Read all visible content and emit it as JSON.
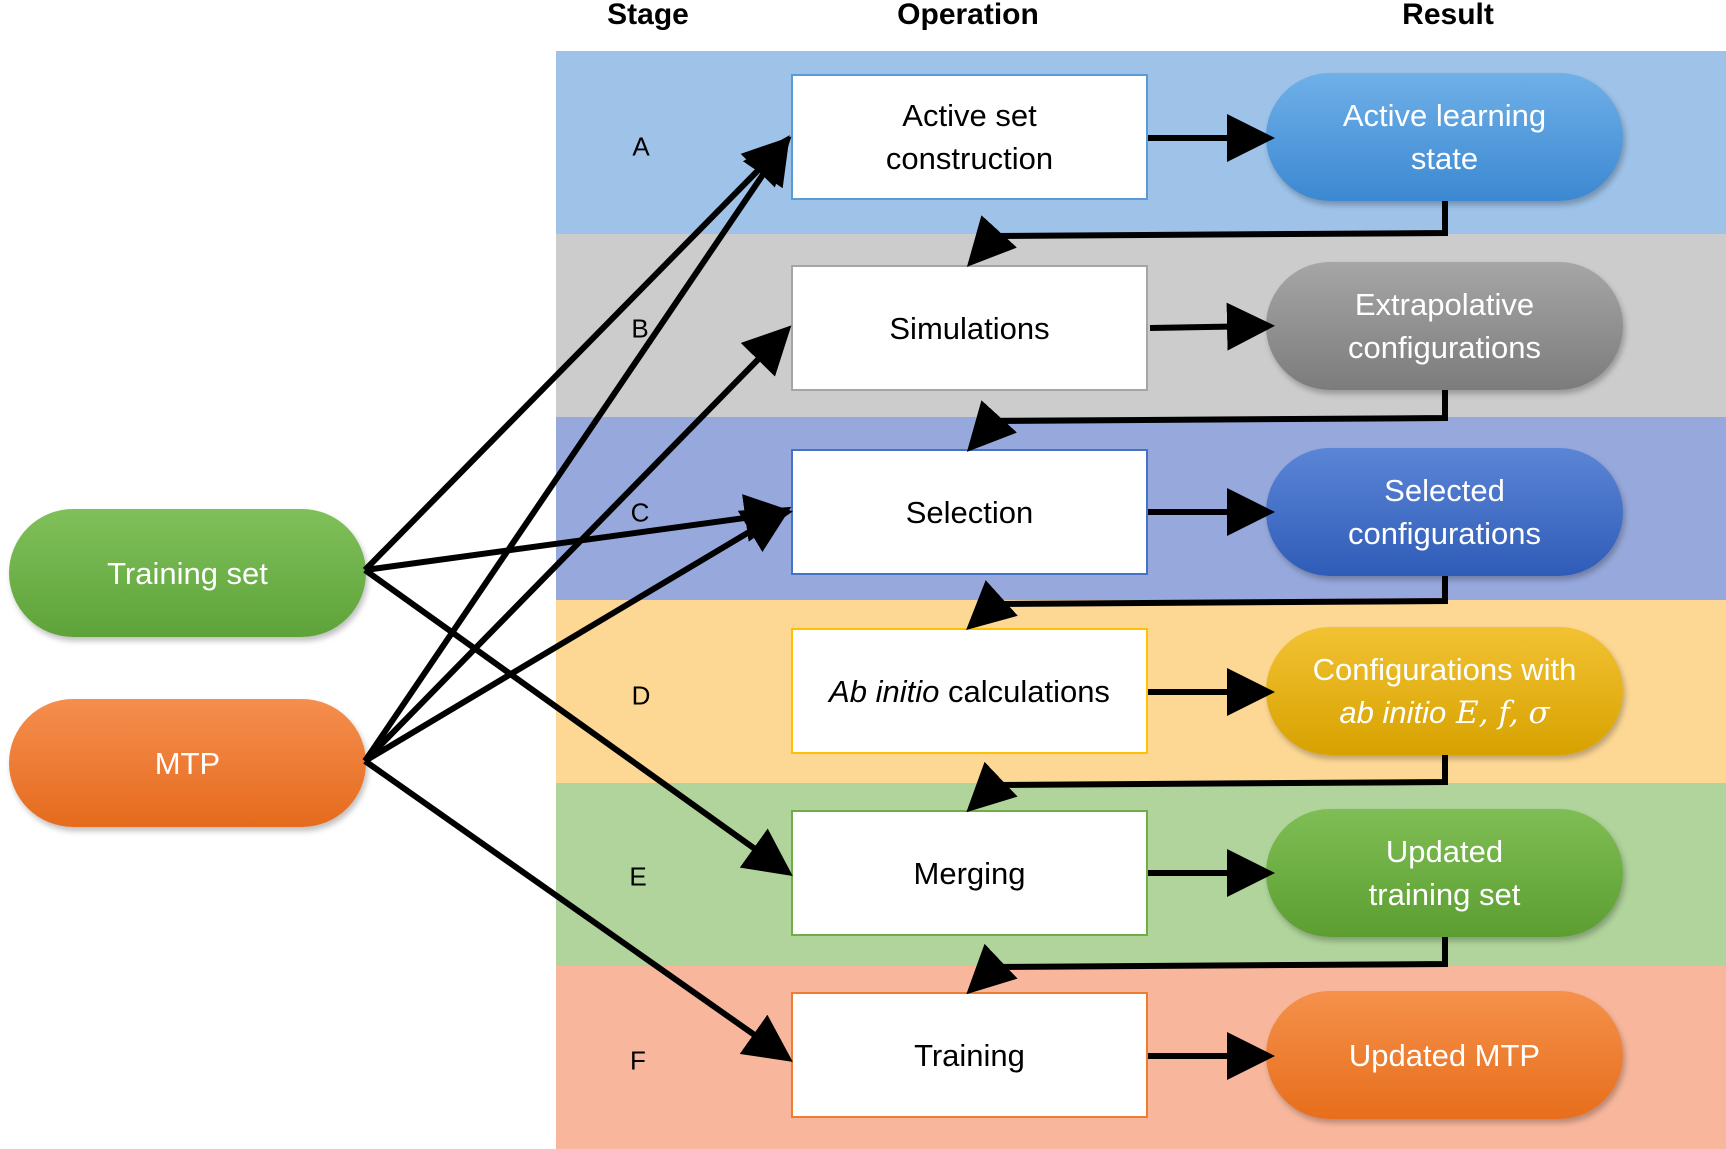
{
  "headers": {
    "stage": "Stage",
    "operation": "Operation",
    "result": "Result"
  },
  "stages": [
    {
      "letter": "A",
      "band_color": "#9ec2e8",
      "operation": {
        "lines": [
          "Active set",
          "construction"
        ]
      },
      "result": {
        "lines": [
          "Active learning",
          "state"
        ],
        "color_top": "#6fb0e8",
        "color_bottom": "#3c88d2"
      }
    },
    {
      "letter": "B",
      "band_color": "#cccccc",
      "operation": {
        "lines": [
          "Simulations"
        ]
      },
      "result": {
        "lines": [
          "Extrapolative",
          "configurations"
        ],
        "color_top": "#a6a6a6",
        "color_bottom": "#7c7c7c"
      }
    },
    {
      "letter": "C",
      "band_color": "#97a9dc",
      "operation": {
        "lines": [
          "Selection"
        ]
      },
      "result": {
        "lines": [
          "Selected",
          "configurations"
        ],
        "color_top": "#5b85d6",
        "color_bottom": "#2f5cb8"
      }
    },
    {
      "letter": "D",
      "band_color": "#fdd895",
      "operation": {
        "italic_prefix": "Ab initio",
        "suffix": " calculations"
      },
      "result": {
        "line1": "Configurations with",
        "line2_italic": "ab initio",
        "line2_math": " E, f, σ",
        "color_top": "#f2c233",
        "color_bottom": "#d7a200"
      }
    },
    {
      "letter": "E",
      "band_color": "#b0d49c",
      "operation": {
        "lines": [
          "Merging"
        ]
      },
      "result": {
        "lines": [
          "Updated",
          "training set"
        ],
        "color_top": "#7fbe54",
        "color_bottom": "#5c9e32"
      }
    },
    {
      "letter": "F",
      "band_color": "#f8b79c",
      "operation": {
        "lines": [
          "Training"
        ]
      },
      "result": {
        "lines": [
          "Updated MTP"
        ],
        "color_top": "#f5914b",
        "color_bottom": "#e76e1c"
      }
    }
  ],
  "inputs": {
    "training_set": {
      "label": "Training set",
      "color_top": "#80c05a",
      "color_bottom": "#5ea33a"
    },
    "mtp": {
      "label": "MTP",
      "color_top": "#f58e4f",
      "color_bottom": "#e56b1d"
    }
  },
  "colors": {
    "arrow": "#000000"
  }
}
